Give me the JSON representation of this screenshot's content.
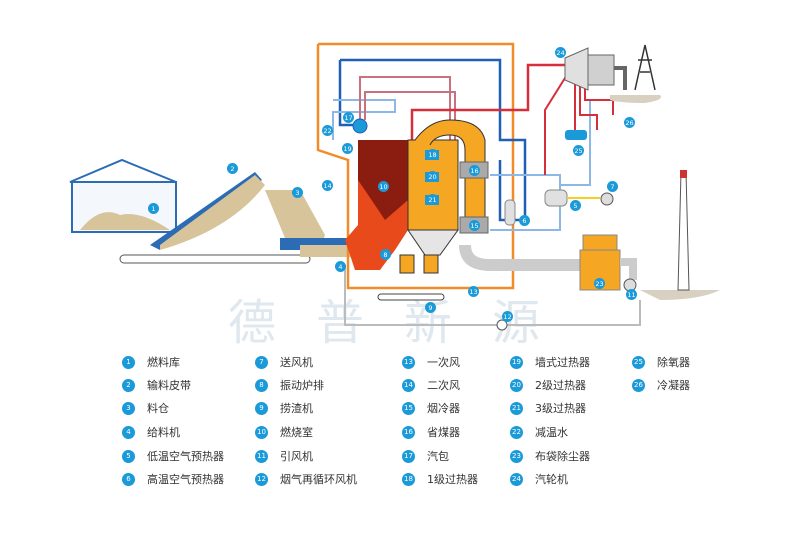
{
  "watermark": "德普新源",
  "colors": {
    "flue_gas_orange": "#f28c28",
    "feedwater_blue": "#1f5fb4",
    "air_lightblue": "#8cb7e6",
    "steam_red": "#d62e3a",
    "steam_pink": "#c9727f",
    "furnace_fire": "#e84a1c",
    "boiler_body": "#f5a623",
    "label_blue": "#1a9ad8"
  },
  "legend": [
    {
      "num": "1",
      "label": "燃料库"
    },
    {
      "num": "2",
      "label": "输料皮带"
    },
    {
      "num": "3",
      "label": "料仓"
    },
    {
      "num": "4",
      "label": "给料机"
    },
    {
      "num": "5",
      "label": "低温空气预热器"
    },
    {
      "num": "6",
      "label": "高温空气预热器"
    },
    {
      "num": "7",
      "label": "送风机"
    },
    {
      "num": "8",
      "label": "振动炉排"
    },
    {
      "num": "9",
      "label": "捞渣机"
    },
    {
      "num": "10",
      "label": "燃烧室"
    },
    {
      "num": "11",
      "label": "引风机"
    },
    {
      "num": "12",
      "label": "烟气再循环风机"
    },
    {
      "num": "13",
      "label": "一次风"
    },
    {
      "num": "14",
      "label": "二次风"
    },
    {
      "num": "15",
      "label": "烟冷器"
    },
    {
      "num": "16",
      "label": "省煤器"
    },
    {
      "num": "17",
      "label": "汽包"
    },
    {
      "num": "18",
      "label": "1级过热器"
    },
    {
      "num": "19",
      "label": "墙式过热器"
    },
    {
      "num": "20",
      "label": "2级过热器"
    },
    {
      "num": "21",
      "label": "3级过热器"
    },
    {
      "num": "22",
      "label": "减温水"
    },
    {
      "num": "23",
      "label": "布袋除尘器"
    },
    {
      "num": "24",
      "label": "汽轮机"
    },
    {
      "num": "25",
      "label": "除氧器"
    },
    {
      "num": "26",
      "label": "冷凝器"
    }
  ]
}
